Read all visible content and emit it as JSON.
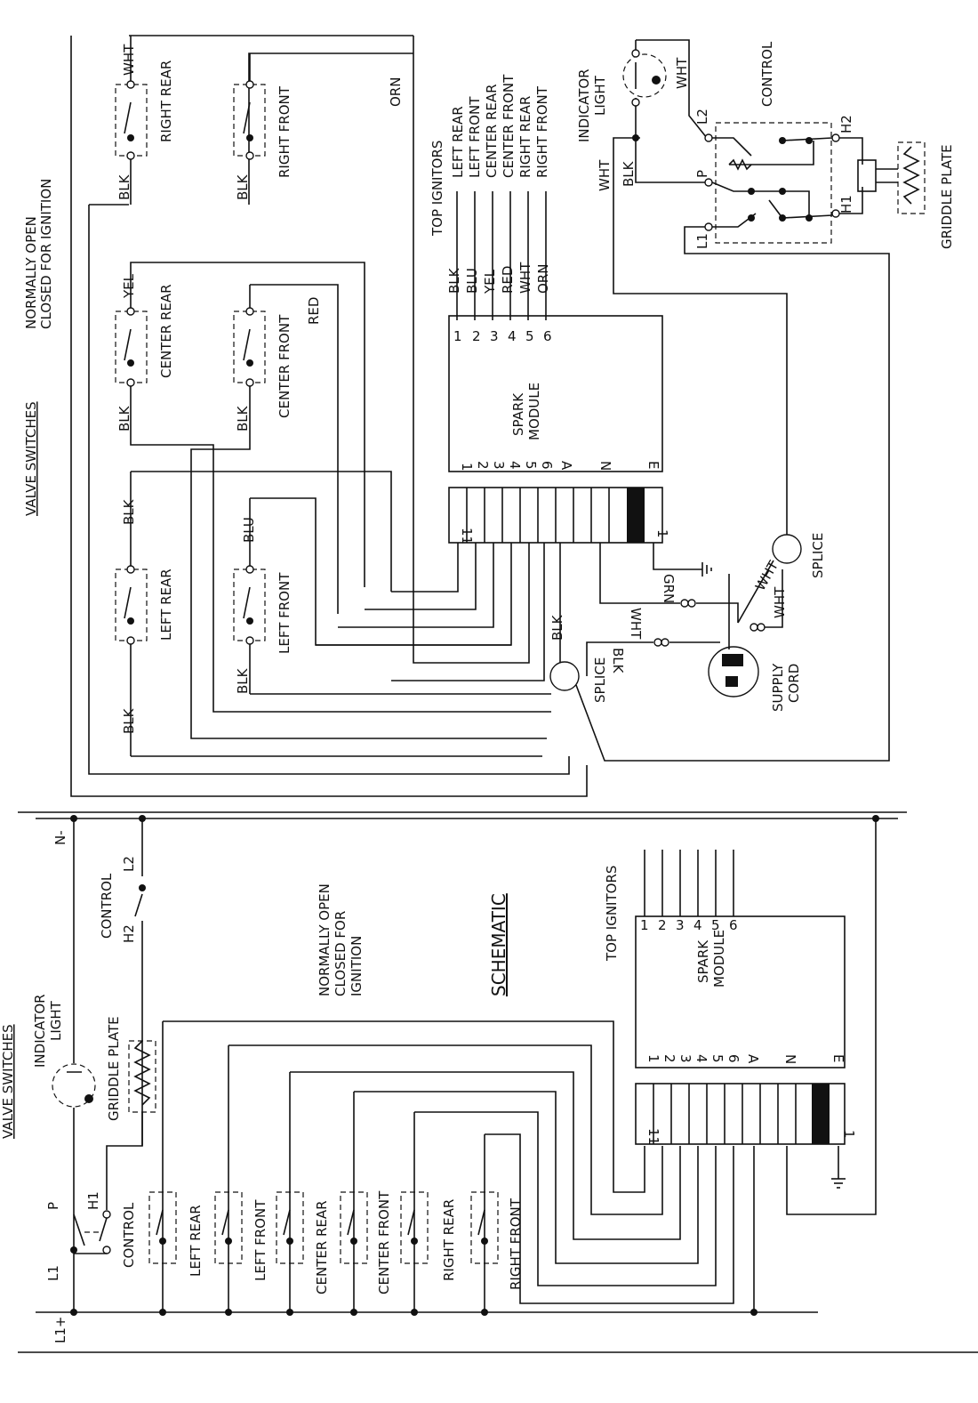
{
  "top_diagram": {
    "valve_switches_heading": "VALVE SWITCHES",
    "normally_open_note": [
      "NORMALLY OPEN",
      "CLOSED FOR IGNITION"
    ],
    "switches": [
      "RIGHT REAR",
      "RIGHT FRONT",
      "CENTER REAR",
      "CENTER FRONT",
      "LEFT REAR",
      "LEFT FRONT"
    ],
    "wire_labels": {
      "blk": "BLK",
      "wht": "WHT",
      "orn": "ORN",
      "yel": "YEL",
      "red": "RED",
      "blu": "BLU",
      "grn": "GRN"
    },
    "top_ignitors": {
      "title": "TOP IGNITORS",
      "items": [
        "LEFT REAR",
        "LEFT FRONT",
        "CENTER REAR",
        "CENTER FRONT",
        "RIGHT REAR",
        "RIGHT FRONT"
      ],
      "wires": [
        "BLK",
        "BLU",
        "YEL",
        "RED",
        "WHT",
        "ORN"
      ]
    },
    "spark_module": {
      "title": [
        "SPARK",
        "MODULE"
      ],
      "pins_top": [
        "1",
        "2",
        "3",
        "4",
        "5",
        "6"
      ],
      "pins_bottom": [
        "1",
        "2",
        "3",
        "4",
        "5",
        "6",
        "A",
        "N",
        "E"
      ]
    },
    "connector": {
      "pin_first": "11",
      "pin_last": "1"
    },
    "indicator_light": [
      "INDICATOR",
      "LIGHT"
    ],
    "control": {
      "title": "CONTROL",
      "terminals": [
        "L2",
        "P",
        "L1",
        "H2",
        "H1"
      ]
    },
    "griddle_plate": "GRIDDLE PLATE",
    "splice": "SPLICE",
    "supply_cord": [
      "SUPPLY",
      "CORD"
    ]
  },
  "schematic": {
    "title": "SCHEMATIC",
    "valve_switches_heading": "VALVE SWITCHES",
    "indicator_light": [
      "INDICATOR",
      "LIGHT"
    ],
    "griddle_plate": "GRIDDLE PLATE",
    "control": "CONTROL",
    "control_terminals": [
      "L2",
      "H2",
      "P",
      "H1",
      "L1"
    ],
    "rails": {
      "line": "L1+",
      "neutral": "N-"
    },
    "switches": [
      "CONTROL",
      "LEFT REAR",
      "LEFT FRONT",
      "CENTER REAR",
      "CENTER FRONT",
      "RIGHT REAR",
      "RIGHT FRONT"
    ],
    "normally_open_note": [
      "NORMALLY OPEN",
      "CLOSED FOR",
      "IGNITION"
    ],
    "top_ignitors": "TOP IGNITORS",
    "ignitor_pins": [
      "1",
      "2",
      "3",
      "4",
      "5",
      "6"
    ],
    "spark_module": {
      "title": [
        "SPARK",
        "MODULE"
      ],
      "pins_bottom": [
        "1",
        "2",
        "3",
        "4",
        "5",
        "6",
        "A",
        "N",
        "E"
      ]
    },
    "connector": {
      "pin_first": "11",
      "pin_last": "1"
    }
  }
}
